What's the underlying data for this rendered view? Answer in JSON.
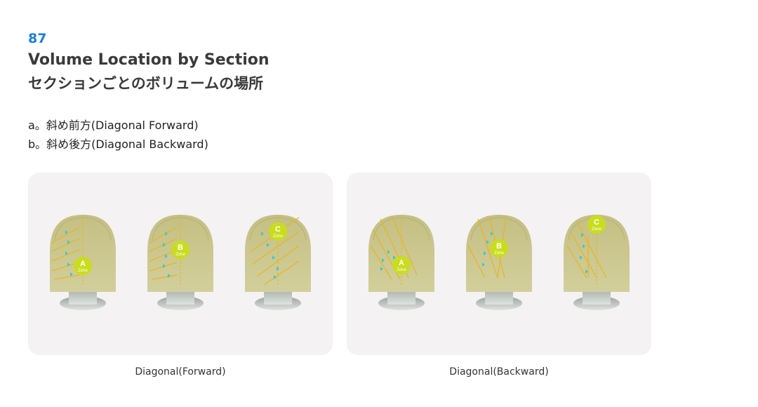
{
  "page_number": "87",
  "title_en": "Volume Location by Section",
  "title_jp": "セクションごとのボリュームの場所",
  "items": [
    "a。斜め前方(Diagonal Forward)",
    "b。斜め後方(Diagonal Backward)"
  ],
  "panels": [
    {
      "caption": "Diagonal(Forward)",
      "heads": [
        {
          "zone_letter": "A",
          "zone_word": "Zone"
        },
        {
          "zone_letter": "B",
          "zone_word": "Zone"
        },
        {
          "zone_letter": "C",
          "zone_word": "Zone"
        }
      ]
    },
    {
      "caption": "Diagonal(Backward)",
      "heads": [
        {
          "zone_letter": "A",
          "zone_word": "Zone"
        },
        {
          "zone_letter": "B",
          "zone_word": "Zone"
        },
        {
          "zone_letter": "C",
          "zone_word": "Zone"
        }
      ]
    }
  ],
  "colors": {
    "page_number": "#1a7fd4",
    "hair": "#cbc68c",
    "hair_dark": "#aca76a",
    "section_line": "#e8b520",
    "zone_badge": "#c9dd1e",
    "arrow": "#3cc8cc",
    "neck": "#c2c8c4",
    "panel_bg": "#f4f2f3"
  }
}
